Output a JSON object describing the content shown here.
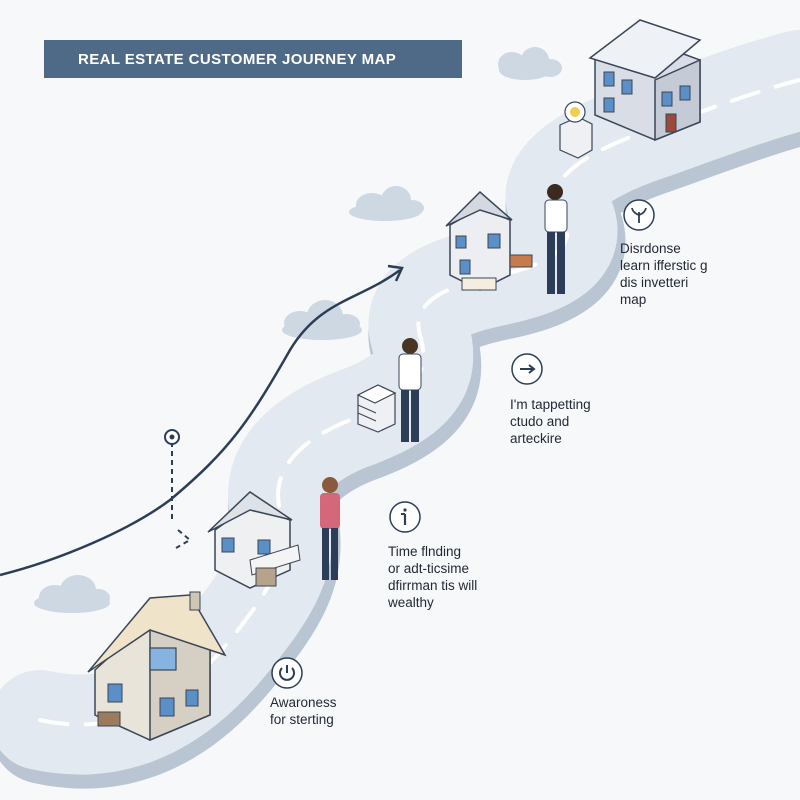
{
  "title": "REAL ESTATE CUSTOMER JOURNEY MAP",
  "colors": {
    "title_bar": "#4f6a86",
    "path": "#e3e9f1",
    "path_shadow": "#b9c5d3",
    "line": "#2c3e57",
    "cloud": "#cdd8e3"
  },
  "stages": [
    {
      "id": "awareness",
      "icon": "power-icon",
      "lines": [
        "Awaroness",
        "for sterting"
      ]
    },
    {
      "id": "finding",
      "icon": "info-icon",
      "lines": [
        "Time flnding",
        "or adt-ticsime",
        "dfirrman tis will",
        "wealthy"
      ]
    },
    {
      "id": "tappetting",
      "icon": "arrow-icon",
      "lines": [
        "I'm tappetting",
        "ctudo and",
        "arteckire"
      ]
    },
    {
      "id": "disrdonse",
      "icon": "sprout-icon",
      "lines": [
        "Disrdonse",
        "learn ifferstic g",
        "dis invetteri",
        "map"
      ]
    }
  ]
}
